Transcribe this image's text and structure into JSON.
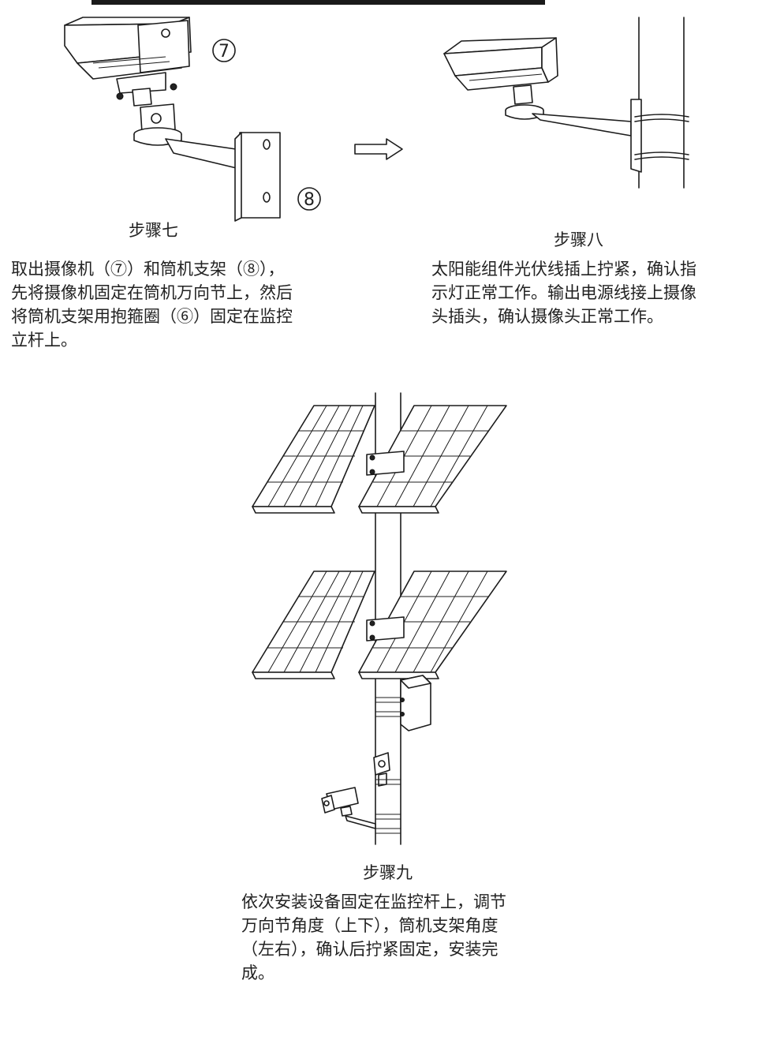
{
  "step7": {
    "caption": "步骤七",
    "badge_camera": "7",
    "badge_bracket": "8",
    "lines": [
      "取出摄像机（⑦）和筒机支架（⑧），",
      "先将摄像机固定在筒机万向节上，然后",
      "将筒机支架用抱箍圈（⑥）固定在监控",
      "立杆上。"
    ]
  },
  "step8": {
    "caption": "步骤八",
    "lines": [
      "太阳能组件光伏线插上拧紧，确认指",
      "示灯正常工作。输出电源线接上摄像",
      "头插头，确认摄像头正常工作。"
    ]
  },
  "step9": {
    "caption": "步骤九",
    "lines": [
      "依次安装设备固定在监控杆上，调节",
      "万向节角度（上下），筒机支架角度",
      "（左右），确认后拧紧固定，安装完",
      "成。"
    ]
  },
  "icons": [
    "camera-icon",
    "bracket-icon",
    "arrow-right-icon",
    "pole-icon",
    "solar-panel-icon",
    "battery-box-icon"
  ]
}
